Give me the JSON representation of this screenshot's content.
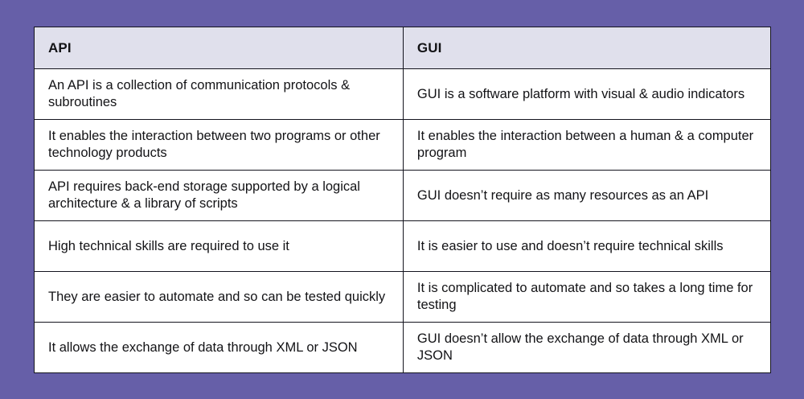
{
  "page": {
    "background_color": "#665FA8",
    "table_background_color": "#FFFFFF",
    "header_background_color": "#E0E0EC",
    "border_color": "#14141E",
    "text_color": "#131316"
  },
  "table": {
    "columns": [
      {
        "key": "api",
        "label": "API"
      },
      {
        "key": "gui",
        "label": "GUI"
      }
    ],
    "rows": [
      {
        "api": "An API is a collection of communication protocols & subroutines",
        "gui": "GUI is a software platform with visual & audio indicators"
      },
      {
        "api": "It enables the interaction between two programs or other technology products",
        "gui": "It enables the interaction between a human & a computer program"
      },
      {
        "api": "API requires back-end storage supported by a logical architecture & a library of scripts",
        "gui": "GUI doesn’t require as many resources as an API"
      },
      {
        "api": "High technical skills are required to use it",
        "gui": "It is easier to use and doesn’t require technical skills"
      },
      {
        "api": "They are easier to automate and so can be tested quickly",
        "gui": "It is complicated to automate and so takes a long time for testing"
      },
      {
        "api": "It allows the exchange of data through XML or JSON",
        "gui": "GUI doesn’t allow the exchange of data through XML or JSON"
      }
    ]
  }
}
